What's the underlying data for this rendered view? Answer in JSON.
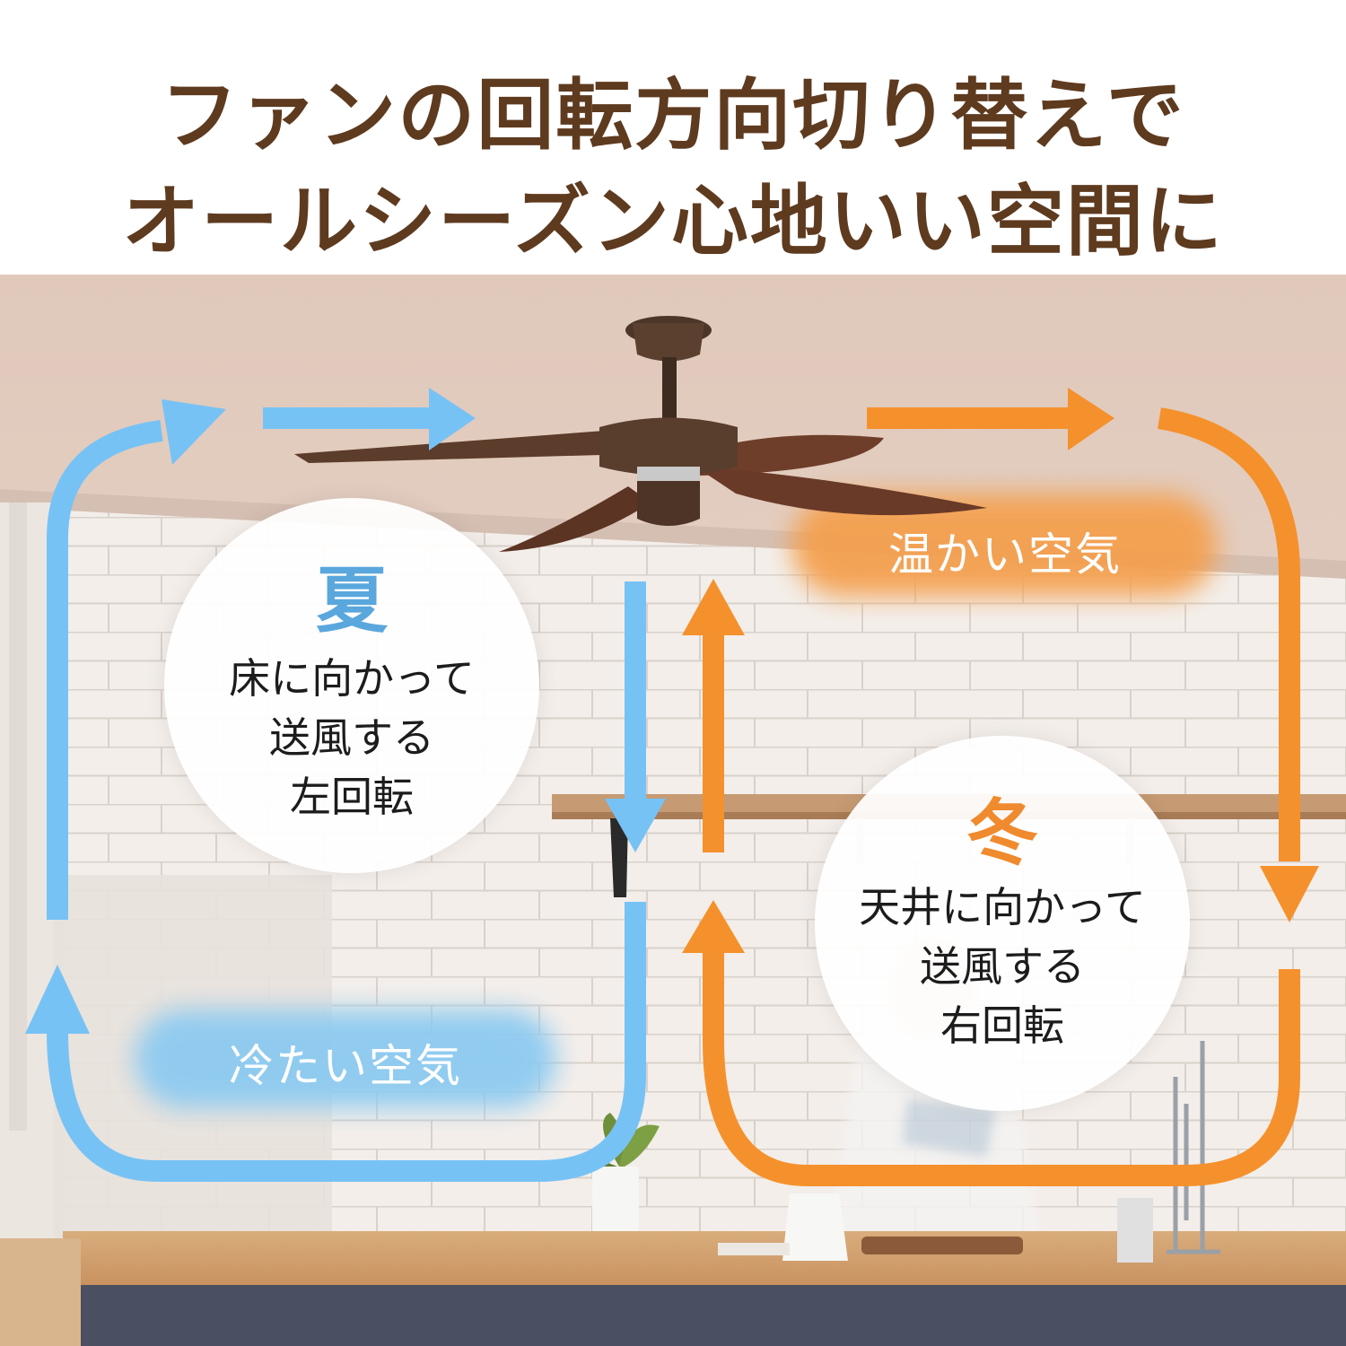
{
  "headline": {
    "line1": "ファンの回転方向切り替えで",
    "line2": "オールシーズン心地いい空間に"
  },
  "summer": {
    "season": "夏",
    "lines": [
      "床に向かって",
      "送風する",
      "左回転"
    ]
  },
  "winter": {
    "season": "冬",
    "lines": [
      "天井に向かって",
      "送風する",
      "右回転"
    ]
  },
  "labels": {
    "warm_air": "温かい空気",
    "cold_air": "冷たい空気"
  },
  "colors": {
    "headline": "#5e3a1f",
    "summer_arrow": "#77c2f5",
    "winter_arrow": "#f5912c"
  }
}
